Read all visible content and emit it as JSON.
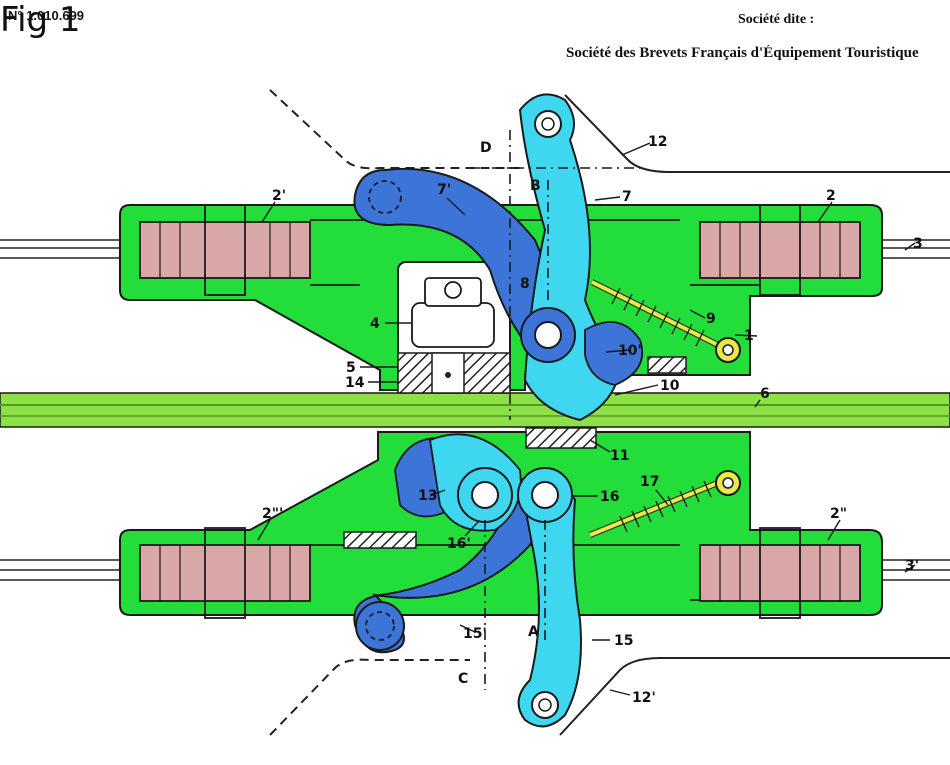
{
  "header": {
    "patent_number": "N° 1.010.699",
    "company_prefix": "Société dite :",
    "company_name": "Société des Brevets Français d'Équipement Touristique"
  },
  "figure": {
    "title": "Fig 1",
    "labels": {
      "n1": "1",
      "n2": "2",
      "n2p": "2'",
      "n2pp": "2\"",
      "n2ppp": "2\"'",
      "n3": "3",
      "n3p": "3'",
      "n4": "4",
      "n5": "5",
      "n6": "6",
      "n7": "7",
      "n7p": "7'",
      "n8": "8",
      "n9": "9",
      "n10": "10",
      "n10p": "10'",
      "n11": "11",
      "n12": "12",
      "n12p": "12'",
      "n13": "13",
      "n14": "14",
      "n15": "15",
      "n15p": "15'",
      "n16": "16",
      "n16p": "16'",
      "n17": "17",
      "sA": "A",
      "sB": "B",
      "sC": "C",
      "sD": "D"
    },
    "colors": {
      "frame": "#22dd3a",
      "rail": "#8ee048",
      "pulley": "#d9a7a7",
      "lever_cyan": "#3fd6f0",
      "lever_blue": "#3d74d8",
      "spring": "#e8ea4a",
      "outline": "#1a1a1a"
    }
  }
}
